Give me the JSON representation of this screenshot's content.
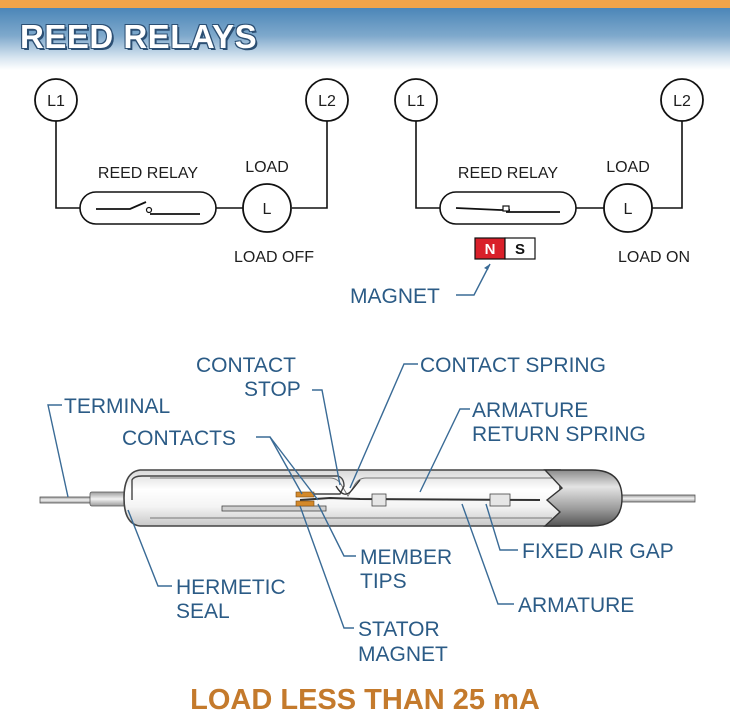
{
  "header": {
    "title": "REED RELAYS"
  },
  "circuit_off": {
    "l1": "L1",
    "l2": "L2",
    "relay_label": "REED RELAY",
    "load_label": "LOAD",
    "load_symbol": "L",
    "state": "LOAD OFF"
  },
  "circuit_on": {
    "l1": "L1",
    "l2": "L2",
    "relay_label": "REED RELAY",
    "load_label": "LOAD",
    "load_symbol": "L",
    "state": "LOAD ON",
    "magnet_n": "N",
    "magnet_s": "S",
    "magnet_label": "MAGNET"
  },
  "relay_parts": {
    "contact_stop_1": "CONTACT",
    "contact_stop_2": "STOP",
    "contact_spring": "CONTACT SPRING",
    "terminal": "TERMINAL",
    "armature_return_1": "ARMATURE",
    "armature_return_2": "RETURN SPRING",
    "contacts": "CONTACTS",
    "member_tips_1": "MEMBER",
    "member_tips_2": "TIPS",
    "fixed_air_gap": "FIXED AIR GAP",
    "hermetic_seal_1": "HERMETIC",
    "hermetic_seal_2": "SEAL",
    "armature": "ARMATURE",
    "stator_magnet_1": "STATOR",
    "stator_magnet_2": "MAGNET"
  },
  "colors": {
    "accent_orange": "#f0a44a",
    "header_blue": "#4b86b8",
    "label_blue": "#2b5b86",
    "footer_orange": "#c47a2c",
    "magnet_red": "#d9202a"
  },
  "footer": {
    "note": "LOAD LESS THAN 25 mA"
  }
}
